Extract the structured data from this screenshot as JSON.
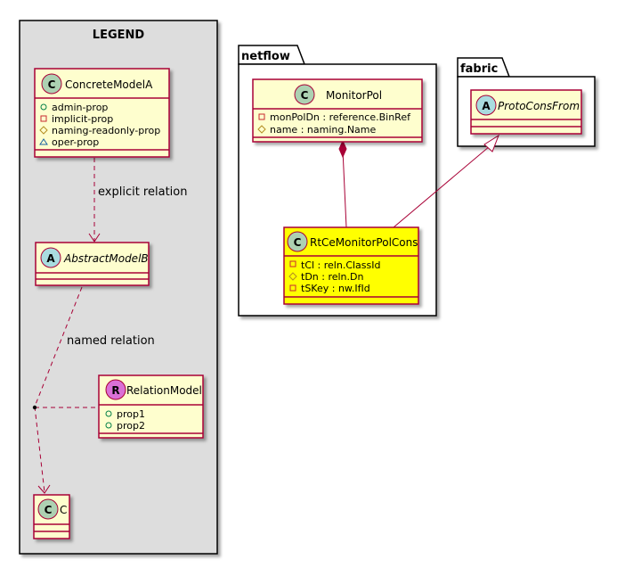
{
  "legend": {
    "title": "LEGEND",
    "concrete": {
      "name": "ConcreteModelA",
      "stereotype": "C",
      "attributes": [
        {
          "vis": "+",
          "text": "admin-prop"
        },
        {
          "vis": "-",
          "text": "implicit-prop"
        },
        {
          "vis": "#",
          "text": "naming-readonly-prop"
        },
        {
          "vis": "~",
          "text": "oper-prop"
        }
      ]
    },
    "abstract": {
      "name": "AbstractModelB",
      "stereotype": "A"
    },
    "relation_model": {
      "name": "RelationModel",
      "stereotype": "R",
      "attributes": [
        {
          "vis": "+",
          "text": "prop1"
        },
        {
          "vis": "+",
          "text": "prop2"
        }
      ]
    },
    "c_class": {
      "name": "C",
      "stereotype": "C"
    },
    "explicit_relation_label": "explicit relation",
    "named_relation_label": "named relation"
  },
  "packages": {
    "netflow": {
      "title": "netflow",
      "monitor_pol": {
        "name": "MonitorPol",
        "stereotype": "C",
        "attributes": [
          {
            "vis": "-",
            "text": "monPolDn : reference.BinRef"
          },
          {
            "vis": "#",
            "text": "name : naming.Name"
          }
        ]
      },
      "rt": {
        "name": "RtCeMonitorPolCons",
        "stereotype": "C",
        "attributes": [
          {
            "vis": "-",
            "text": "tCl : reln.ClassId"
          },
          {
            "vis": "#",
            "text": "tDn : reln.Dn"
          },
          {
            "vis": "-",
            "text": "tSKey : nw.IfId"
          }
        ]
      }
    },
    "fabric": {
      "title": "fabric",
      "proto": {
        "name": "ProtoConsFrom",
        "stereotype": "A"
      }
    }
  },
  "colors": {
    "class_fill": "#FEFECE",
    "class_border": "#A80036",
    "highlight_fill": "#FFFF00",
    "legend_bg": "#DDDDDD",
    "circle_c": "#ADD1B2",
    "circle_a": "#A9DCDF",
    "circle_r": "#DA70D6",
    "edge": "#A80036"
  }
}
